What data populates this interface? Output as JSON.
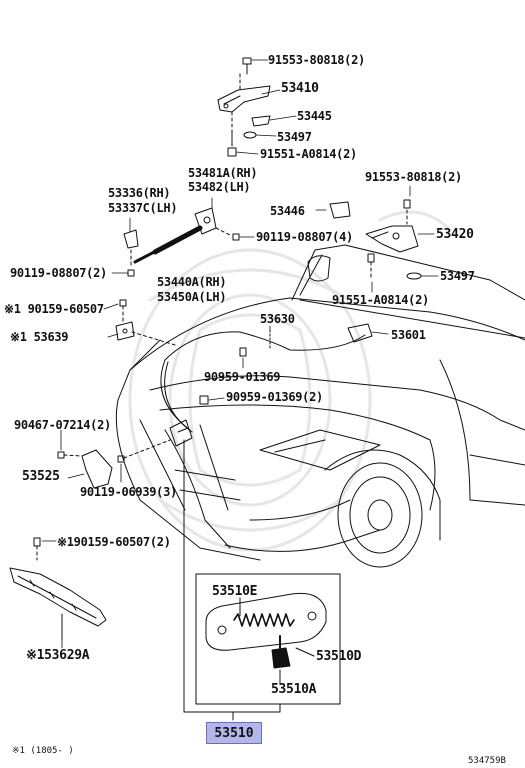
{
  "diagram": {
    "labels": {
      "p91553_top": "91553-80818(2)",
      "p53410": "53410",
      "p53445": "53445",
      "p53497_top": "53497",
      "p91551_top": "91551-A0814(2)",
      "p53481a": "53481A(RH)",
      "p53482": "53482(LH)",
      "p53336": "53336(RH)",
      "p53337c": "53337C(LH)",
      "p90119_08807_4": "90119-08807(4)",
      "p90119_08807_2": "90119-08807(2)",
      "p53440a": "53440A(RH)",
      "p53450a": "53450A(LH)",
      "p91553_right": "91553-80818(2)",
      "p53446": "53446",
      "p53420": "53420",
      "p53497_right": "53497",
      "p91551_right": "91551-A0814(2)",
      "p190159_top": "※1 90159-60507",
      "p53639": "※1  53639",
      "p53630": "53630",
      "p53601": "53601",
      "p90959_a": "90959-01369",
      "p90959_b": "90959-01369(2)",
      "p90467": "90467-07214(2)",
      "p53525": "53525",
      "p90119_06939": "90119-06939(3)",
      "p190159_mid": "※190159-60507(2)",
      "p53629a": "※153629A",
      "p53510e": "53510E",
      "p53510d": "53510D",
      "p53510a": "53510A",
      "p53510": "53510"
    },
    "footnote": "※1 (1805-    )",
    "diagram_id": "534759B",
    "highlight_color": "#b3b7e8"
  }
}
